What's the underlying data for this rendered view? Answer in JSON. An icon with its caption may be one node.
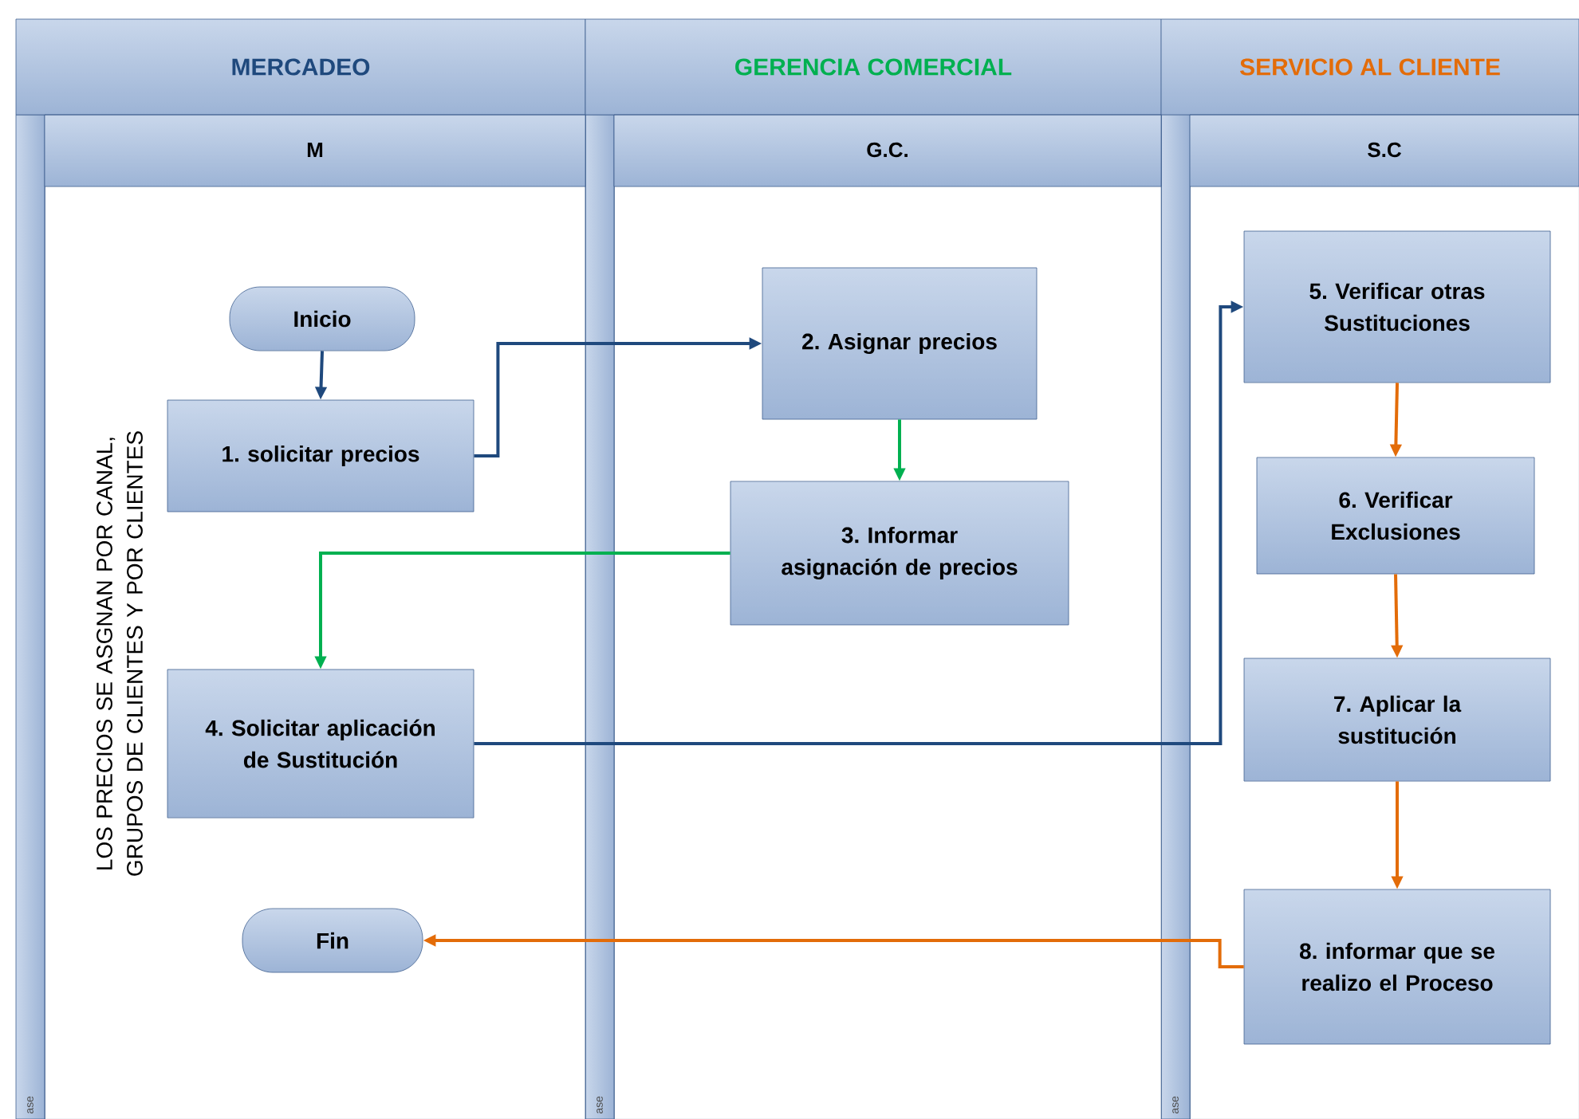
{
  "diagram": {
    "nodes": [
      {
        "text": [
          "MERCADEO"
        ]
      },
      {
        "text": [
          "GERENCIA COMERCIAL"
        ]
      },
      {
        "text": [
          "SERVICIO AL CLIENTE"
        ]
      },
      {
        "text": [
          "M"
        ]
      },
      {
        "text": [
          "G.C."
        ]
      },
      {
        "text": [
          "S.C"
        ]
      },
      {
        "text": [
          "Inicio"
        ],
        "in": 3
      },
      {
        "text": [
          "1. solicitar precios"
        ],
        "in": 3
      },
      {
        "text": [
          "2. Asignar precios"
        ],
        "in": 4
      },
      {
        "text": [
          "3. Informar asignación de precios"
        ],
        "in": 4
      },
      {
        "text": [
          "4. Solicitar aplicación de Sustitución"
        ],
        "in": 3
      },
      {
        "text": [
          "Fin"
        ],
        "in": 3
      },
      {
        "text": [
          "5. Verificar otras Sustituciones"
        ],
        "in": 5
      },
      {
        "text": [
          "6. Verificar Exclusiones"
        ],
        "in": 5
      },
      {
        "text": [
          "7. Aplicar la sustitución"
        ],
        "in": 5
      },
      {
        "text": [
          "8. informar que se realizo el Proceso"
        ],
        "in": 5
      }
    ],
    "edges": [
      {
        "from": 6,
        "to": 7,
        "arrow": "to",
        "color": "#1f497d"
      },
      {
        "from": 7,
        "to": 8,
        "arrow": "to",
        "color": "#1f497d"
      },
      {
        "from": 8,
        "to": 9,
        "arrow": "to",
        "color": "#00b050"
      },
      {
        "from": 9,
        "to": 10,
        "arrow": "to",
        "color": "#00b050"
      },
      {
        "from": 10,
        "to": 12,
        "arrow": "to",
        "color": "#1f497d"
      },
      {
        "from": 12,
        "to": 13,
        "arrow": "to"
      },
      {
        "from": 13,
        "to": 14,
        "arrow": "to"
      },
      {
        "from": 14,
        "to": 15,
        "arrow": "to"
      },
      {
        "from": 15,
        "to": 11,
        "arrow": "to"
      }
    ],
    "labels": [
      "LOS PRECIOS SE  ASGNAN POR CANAL,  GRUPOS DE CLIENTES Y POR CLIENTES",
      "ase",
      "ase",
      "ase"
    ]
  }
}
